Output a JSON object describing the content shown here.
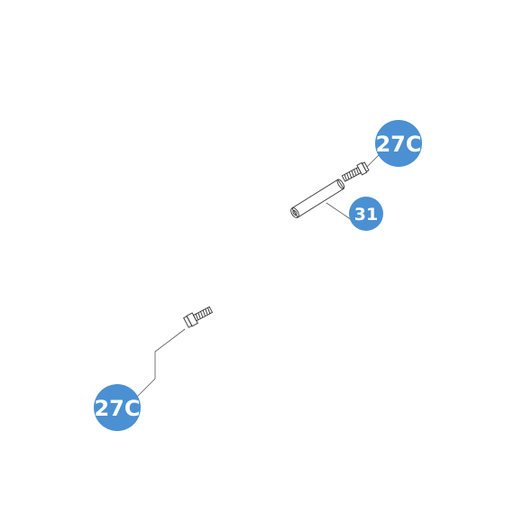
{
  "colors": {
    "callout_fill": "#4a90d2",
    "callout_text": "#ffffff",
    "leader": "#555555",
    "part_outline": "#333333",
    "background": "#ffffff"
  },
  "callouts": [
    {
      "id": "callout-top-screw",
      "label": "27C"
    },
    {
      "id": "callout-sleeve",
      "label": "31"
    },
    {
      "id": "callout-bottom-screw",
      "label": "27C"
    }
  ]
}
